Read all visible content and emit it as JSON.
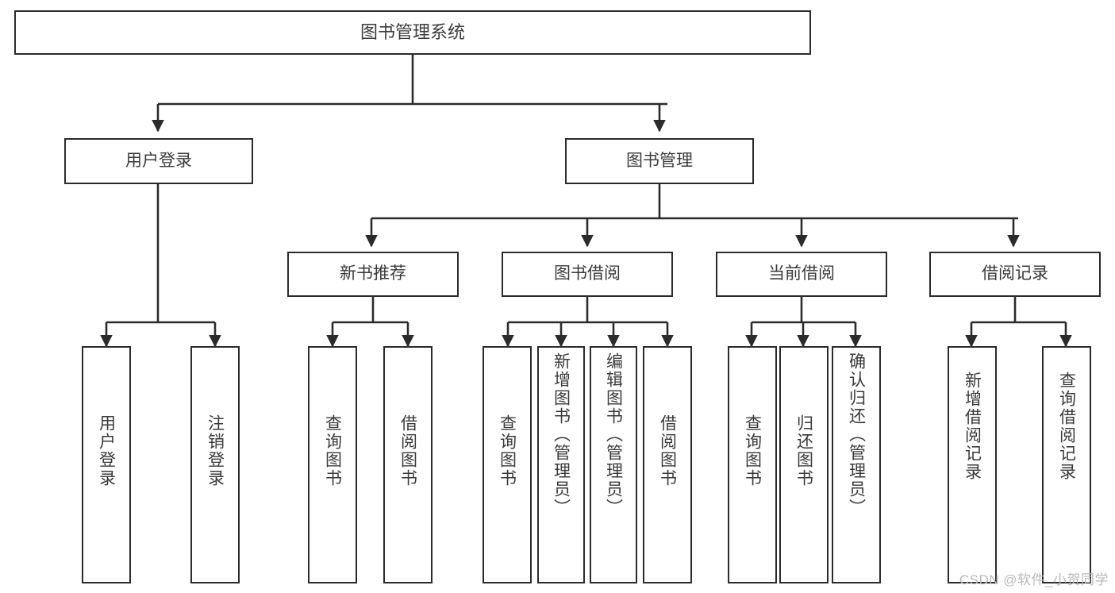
{
  "diagram": {
    "title": "图书管理系统",
    "watermark": "CSDN @软件_小贺同学",
    "colors": {
      "background": "#ffffff",
      "node_border": "#2b2b2b",
      "node_fill": "#ffffff",
      "text": "#3a3a3a",
      "edge": "#2b2b2b",
      "watermark": "#b9b9b9"
    },
    "nodes": {
      "root": {
        "label": "图书管理系统"
      },
      "level1": [
        {
          "id": "user-login",
          "label": "用户登录"
        },
        {
          "id": "book-management",
          "label": "图书管理"
        }
      ],
      "level2": [
        {
          "id": "new-book-recommend",
          "label": "新书推荐"
        },
        {
          "id": "book-borrow",
          "label": "图书借阅"
        },
        {
          "id": "current-borrow",
          "label": "当前借阅"
        },
        {
          "id": "borrow-record",
          "label": "借阅记录"
        }
      ],
      "leaves": {
        "user_login": [
          {
            "id": "leaf-user-login",
            "label": "用户登录"
          },
          {
            "id": "leaf-user-logout",
            "label": "注销登录"
          }
        ],
        "new_book_recommend": [
          {
            "id": "leaf-query-book-1",
            "label": "查询图书"
          },
          {
            "id": "leaf-borrow-book-1",
            "label": "借阅图书"
          }
        ],
        "book_borrow": [
          {
            "id": "leaf-query-book-2",
            "label": "查询图书"
          },
          {
            "id": "leaf-add-book",
            "label": "新增图书（管理员）"
          },
          {
            "id": "leaf-edit-book",
            "label": "编辑图书（管理员）"
          },
          {
            "id": "leaf-borrow-book-2",
            "label": "借阅图书"
          }
        ],
        "current_borrow": [
          {
            "id": "leaf-query-book-3",
            "label": "查询图书"
          },
          {
            "id": "leaf-return-book",
            "label": "归还图书"
          },
          {
            "id": "leaf-confirm-return",
            "label": "确认归还（管理员）"
          }
        ],
        "borrow_record": [
          {
            "id": "leaf-add-record",
            "label": "新增借阅记录"
          },
          {
            "id": "leaf-query-record",
            "label": "查询借阅记录"
          }
        ]
      }
    }
  }
}
